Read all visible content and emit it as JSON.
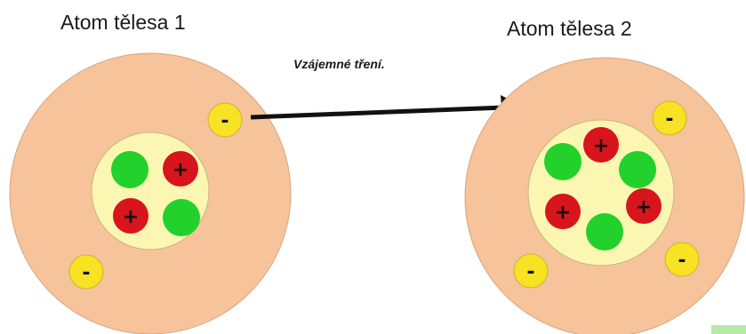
{
  "atom1": {
    "title": "Atom tělesa 1"
  },
  "atom2": {
    "title": "Atom tělesa 2"
  },
  "arrow": {
    "label": "Vzájemné tření."
  },
  "symbols": {
    "positive": "+",
    "negative": "-"
  },
  "colors": {
    "shell": "#f7c39a",
    "nucleus": "#fbf7b2",
    "proton": "#d8141c",
    "neutron": "#22d12b",
    "electron": "#f7e223",
    "arrow": "#111111"
  }
}
